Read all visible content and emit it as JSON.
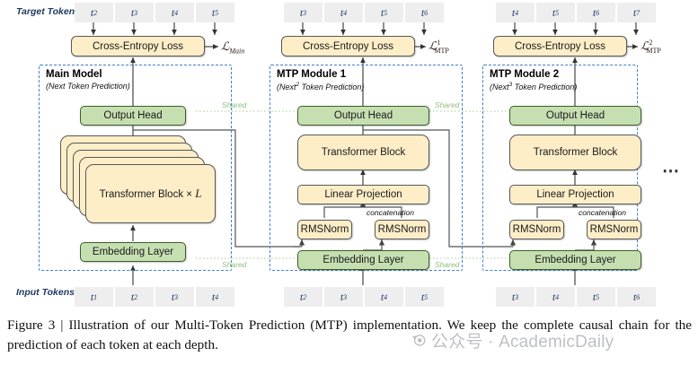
{
  "figure": {
    "row_labels": {
      "target": "Target Tokens",
      "input": "Input Tokens"
    },
    "ellipsis": "⋯",
    "shared_label": "Shared",
    "concat_label": "concatenation",
    "caption": "Figure 3 | Illustration of our Multi-Token Prediction (MTP) implementation. We keep the complete causal chain for the prediction of each token at each depth."
  },
  "watermark": {
    "text": "公众号 · AcademicDaily",
    "icon": "camera-badge-icon"
  },
  "columns": [
    {
      "id": "main-model",
      "title": "Main Model",
      "subtitle_pre": "(Next",
      "subtitle_sup": "",
      "subtitle_post": " Token Prediction)",
      "target_tokens": [
        "t2",
        "t3",
        "t4",
        "t5"
      ],
      "input_tokens": [
        "t1",
        "t2",
        "t3",
        "t4"
      ],
      "loss_box": "Cross-Entropy Loss",
      "loss_symbol": {
        "cal": "ℒ",
        "sub": "Main",
        "sup": ""
      },
      "nodes": {
        "output_head": "Output Head",
        "transformer": "Transformer Block × L",
        "embedding": "Embedding Layer"
      }
    },
    {
      "id": "mtp-module-1",
      "title": "MTP Module 1",
      "subtitle_pre": "(Next",
      "subtitle_sup": "2",
      "subtitle_post": " Token Prediction)",
      "target_tokens": [
        "t3",
        "t4",
        "t5",
        "t6"
      ],
      "input_tokens": [
        "t2",
        "t3",
        "t4",
        "t5"
      ],
      "loss_box": "Cross-Entropy Loss",
      "loss_symbol": {
        "cal": "ℒ",
        "sub": "MTP",
        "sup": "1"
      },
      "nodes": {
        "output_head": "Output Head",
        "transformer": "Transformer Block",
        "linear": "Linear Projection",
        "rmsnorm_left": "RMSNorm",
        "rmsnorm_right": "RMSNorm",
        "embedding": "Embedding Layer"
      }
    },
    {
      "id": "mtp-module-2",
      "title": "MTP Module 2",
      "subtitle_pre": "(Next",
      "subtitle_sup": "3",
      "subtitle_post": " Token Prediction)",
      "target_tokens": [
        "t4",
        "t5",
        "t6",
        "t7"
      ],
      "input_tokens": [
        "t3",
        "t4",
        "t5",
        "t6"
      ],
      "loss_box": "Cross-Entropy Loss",
      "loss_symbol": {
        "cal": "ℒ",
        "sub": "MTP",
        "sup": "2"
      },
      "nodes": {
        "output_head": "Output Head",
        "transformer": "Transformer Block",
        "linear": "Linear Projection",
        "rmsnorm_left": "RMSNorm",
        "rmsnorm_right": "RMSNorm",
        "embedding": "Embedding Layer"
      }
    }
  ],
  "colors": {
    "green_fill": "#c6dfb1",
    "yellow_fill": "#fdeec8",
    "token_fill": "#eeeeee",
    "module_border": "#3f7fd0",
    "shared_green": "#8fbf7a",
    "token_text": "#1f3a63",
    "connector": "#4a4a4a"
  }
}
